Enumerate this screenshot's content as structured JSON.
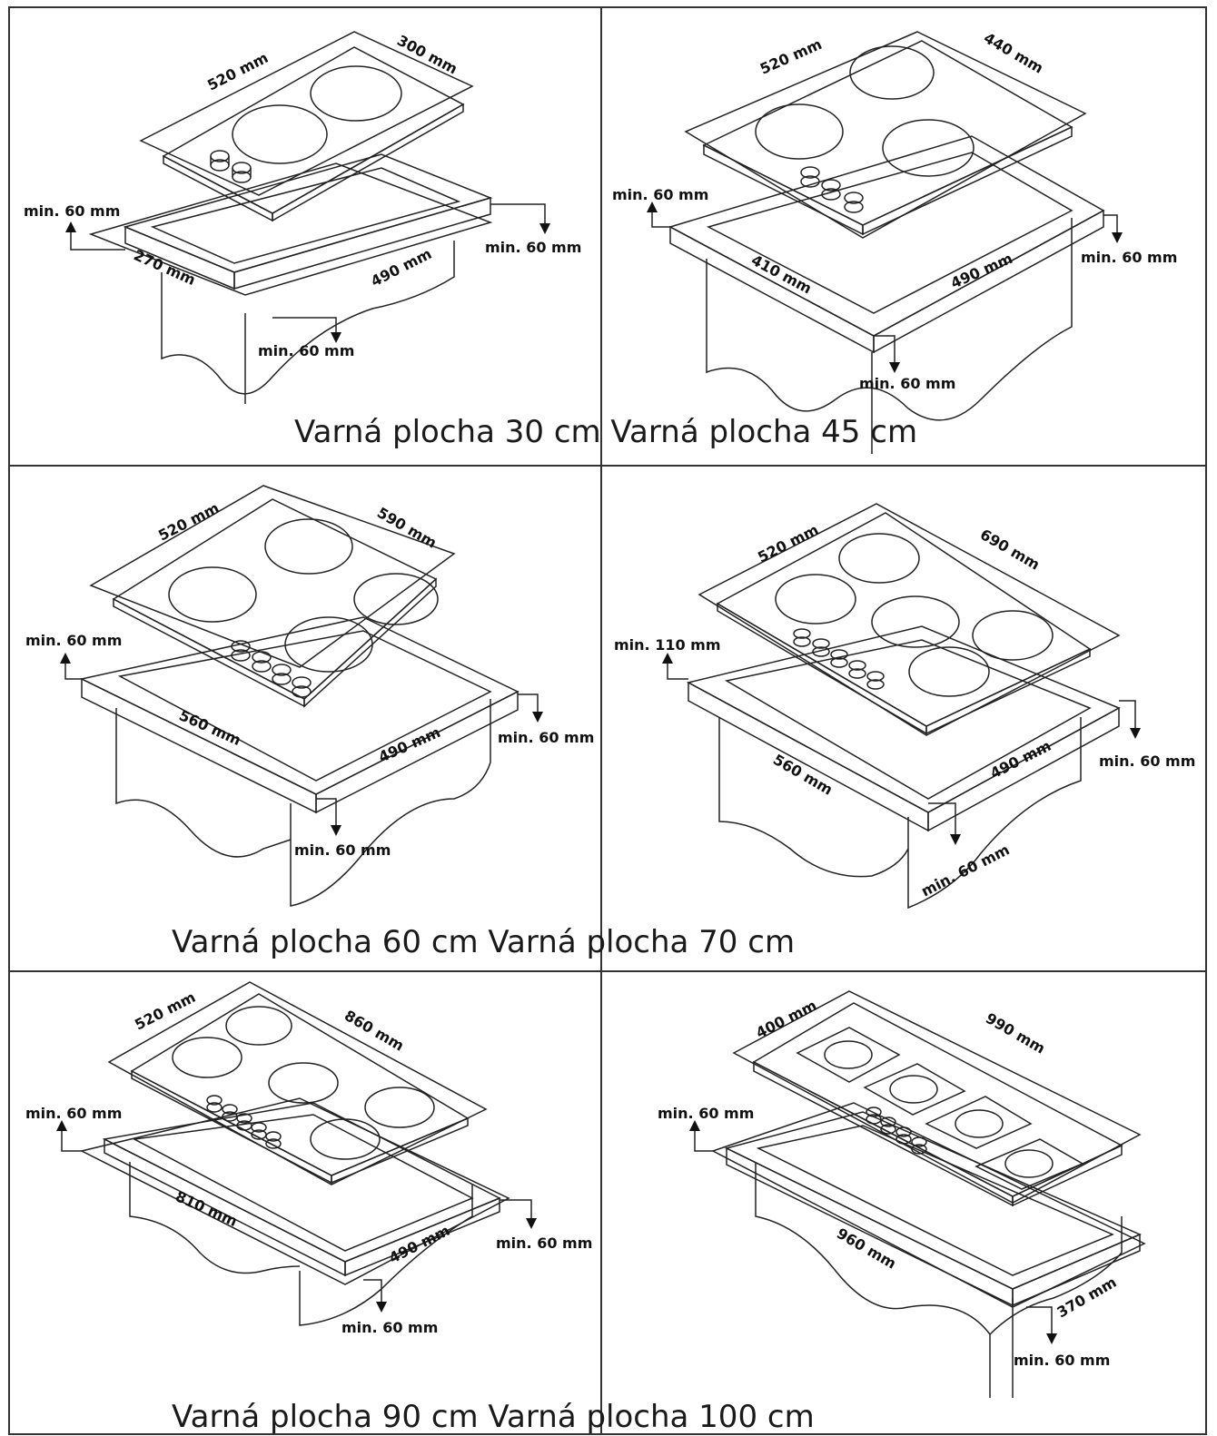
{
  "captions": [
    "Varná plocha 30 cm Varná plocha 45 cm",
    "Varná plocha 60 cm Varná plocha 70 cm",
    "Varná plocha 90 cm Varná plocha 100 cm"
  ],
  "panels": [
    {
      "id": "30cm",
      "labels": {
        "depth": "520 mm",
        "width": "300 mm",
        "cut_width": "270 mm",
        "cut_depth": "490 mm",
        "clear_left": "min. 60 mm",
        "clear_right": "min. 60 mm",
        "clear_front": "min. 60 mm"
      }
    },
    {
      "id": "45cm",
      "labels": {
        "depth": "520 mm",
        "width": "440 mm",
        "cut_width": "410 mm",
        "cut_depth": "490 mm",
        "clear_left": "min. 60 mm",
        "clear_right": "min. 60 mm",
        "clear_front": "min. 60 mm"
      }
    },
    {
      "id": "60cm",
      "labels": {
        "depth": "520 mm",
        "width": "590 mm",
        "cut_width": "560 mm",
        "cut_depth": "490 mm",
        "clear_left": "min. 60 mm",
        "clear_right": "min. 60 mm",
        "clear_front": "min. 60 mm"
      }
    },
    {
      "id": "70cm",
      "labels": {
        "depth": "520 mm",
        "width": "690 mm",
        "cut_width": "560 mm",
        "cut_depth": "490 mm",
        "clear_left": "min. 110 mm",
        "clear_right": "min. 60 mm",
        "clear_front": "min. 60 mm"
      }
    },
    {
      "id": "90cm",
      "labels": {
        "depth": "520 mm",
        "width": "860 mm",
        "cut_width": "810 mm",
        "cut_depth": "490 mm",
        "clear_left": "min. 60 mm",
        "clear_right": "min. 60 mm",
        "clear_front": "min. 60 mm"
      }
    },
    {
      "id": "100cm",
      "labels": {
        "depth": "400 mm",
        "width": "990 mm",
        "cut_width": "960 mm",
        "cut_depth": "370 mm",
        "clear_left": "min. 60 mm",
        "clear_front": "min. 60 mm"
      }
    }
  ]
}
